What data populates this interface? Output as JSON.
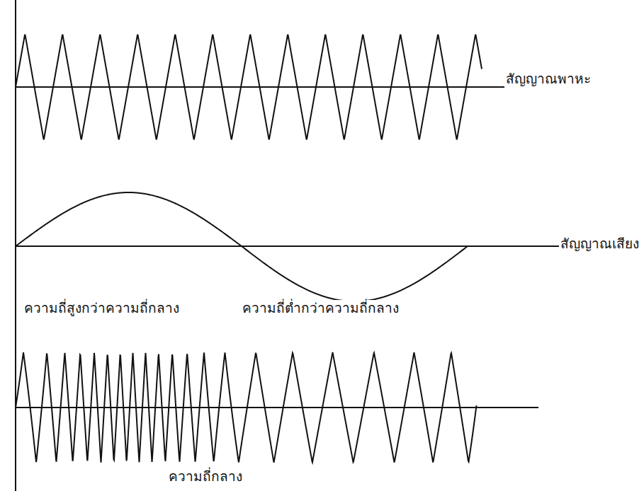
{
  "diagram": {
    "labels": [
      "สัญญาณพาหะ",
      "สัญญาณเสียง",
      "ความถี่สูงกว่าความถี่กลาง",
      "ความถี่ต่ำกว่าความถี่กลาง",
      "ความถี่กลาง"
    ]
  }
}
